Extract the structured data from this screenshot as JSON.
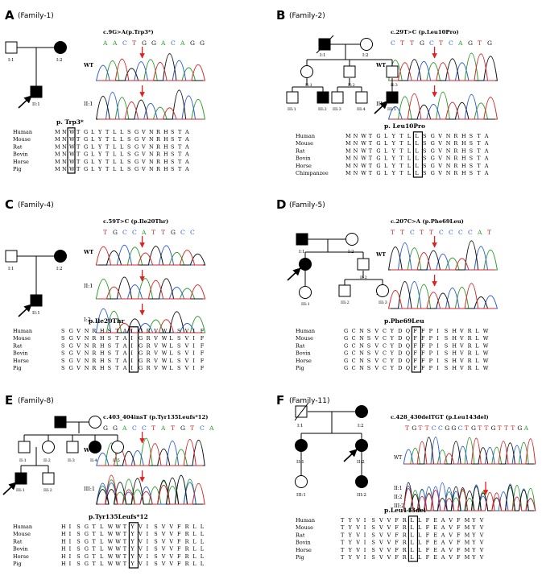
{
  "colors": {
    "A": "#2a9d2a",
    "C": "#2a5bd7",
    "G": "#111111",
    "T": "#d62728",
    "arrow": "#e02020"
  },
  "panels": [
    {
      "letter": "A",
      "family": "(Family-1)",
      "mutation": "c.9G>A(p.Trp3*)",
      "bases": "AACTGGACAGG",
      "traces": [
        "WT",
        "II:1"
      ],
      "protein": "p. Trp3*",
      "species": [
        "Human",
        "Mouse",
        "Rat",
        "Bovin",
        "Horse",
        "Pig"
      ],
      "seqs": [
        "MNWTGLYTLLSGVNRHSTA",
        "MNWTGLYTLLSGVNRHSTA",
        "MNWTGLYTLLSGVNRHSTA",
        "MNWTGLYTLLSGVNRHSTA",
        "MNWTGLYTLLSGVNRHSTA",
        "MNWTGLYTLLSGVNRHSTA"
      ],
      "box": 2,
      "people": [
        "I:1",
        "I:2",
        "II:1"
      ]
    },
    {
      "letter": "B",
      "family": "(Family-2)",
      "mutation": "c.29T>C (p.Leu10Pro)",
      "bases": "CTTGCTCAGTG",
      "traces": [
        "WT",
        "III:5"
      ],
      "protein": "p. Leu10Pro",
      "species": [
        "Human",
        "Mouse",
        "Rat",
        "Bovin",
        "Horse",
        "Chimpanzee"
      ],
      "seqs": [
        "MNWTGLYTLLSGVNRHSTA",
        "MNWTGLYTLLSGVNRHSTA",
        "MNWTGLYTLLSGVNRHSTA",
        "MNWTGLYTLLSGVNRHSTA",
        "MNWTGLYTLLSGVNRHSTA",
        "MNWTGLYTLLSGVNRHSTA"
      ],
      "box": 9,
      "people": [
        "I:1",
        "I:2",
        "II:1",
        "II:2",
        "II:3",
        "III:1",
        "III:2",
        "III:3",
        "III:4",
        "III:5"
      ]
    },
    {
      "letter": "C",
      "family": "(Family-4)",
      "mutation": "c.59T>C (p.Ile20Thr)",
      "bases": "TGCCATTGCC",
      "traces": [
        "WT",
        "II:1",
        "I:2"
      ],
      "protein": "p.Ile20Thr",
      "species": [
        "Human",
        "Mouse",
        "Rat",
        "Bovin",
        "Horse",
        "Pig"
      ],
      "seqs": [
        "SGVNRHSTAIGRVWLSVIF",
        "SGVNRHSTAIGRVWLSVIF",
        "SGVNRHSTAIGRVWLSVIF",
        "SGVNRHSTAIGRVWLSVIF",
        "SGVNRHSTAIGRVWLSVIF",
        "SGVNRHSTAIGRVWLSVIF"
      ],
      "box": 9,
      "people": [
        "I:1",
        "I:2",
        "II:1"
      ]
    },
    {
      "letter": "D",
      "family": "(Family-5)",
      "mutation": "c.207C>A (p.Phe69Leu)",
      "bases": "TTCTTCCCCAT",
      "traces": [
        "WT",
        "II:1"
      ],
      "protein": "p.Phe69Leu",
      "species": [
        "Human",
        "Mouse",
        "Rat",
        "Bovin",
        "Horse",
        "Pig"
      ],
      "seqs": [
        "GCNSVCYDQFFPISHVRLW",
        "GCNSVCYDQFFPISHVRLW",
        "GCNSVCYDQFFPISHVRLW",
        "GCNSVCYDQFFPISHVRLW",
        "GCNSVCYDQFFPISHVRLW",
        "GCNSVCYDQFFPISHVRLW"
      ],
      "box": 9,
      "people": [
        "I:1",
        "I:2",
        "II:1",
        "II:2",
        "III:1",
        "III:2",
        "III:3"
      ]
    },
    {
      "letter": "E",
      "family": "(Family-8)",
      "mutation": "c.403_404insT (p.Tyr135Leufs*12)",
      "bases": "GGACCTATGTCA",
      "traces": [
        "WT",
        "III:1"
      ],
      "protein": "p.Tyr135Leufs*12",
      "species": [
        "Human",
        "Mouse",
        "Rat",
        "Bovin",
        "Horse",
        "Pig"
      ],
      "seqs": [
        "HISGTLWWTYVISVVFRLL",
        "HISGTLWWTYVISVVFRLL",
        "HISGTLWWTYVISVVFRLL",
        "HISGTLWWTYVISVVFRLL",
        "HISGTLWWTYVISVVFRLL",
        "HISGTLWWTYVISVVFRLL"
      ],
      "box": 9,
      "people": [
        "II:1",
        "II:2",
        "II:3",
        "II:4",
        "II:5",
        "III:1",
        "III:2"
      ]
    },
    {
      "letter": "F",
      "family": "(Family-11)",
      "mutation": "c.428_430delTGT (p.Leu143del)",
      "bases": "TGTTCCGGCTGTTGTTTGA",
      "traces": [
        "WT",
        "II:1",
        "II:2",
        "III:2"
      ],
      "protein": "p.Leu143del",
      "species": [
        "Human",
        "Mouse",
        "Rat",
        "Bovin",
        "Horse",
        "Pig"
      ],
      "seqs": [
        "TYVISVVFRLLFEAVFMYV",
        "TYVISVVFRLLFEAVFMYV",
        "TYVISVVFRLLFEAVFMYV",
        "TYVISVVFRLLFEAVFMYV",
        "TYVISVVFRLLFEAVFMYV",
        "TYVISVVFRLLFEAVFMYV"
      ],
      "box": 9,
      "people": [
        "I:1",
        "I:2",
        "II:1",
        "II:2",
        "III:1",
        "III:2"
      ]
    }
  ]
}
